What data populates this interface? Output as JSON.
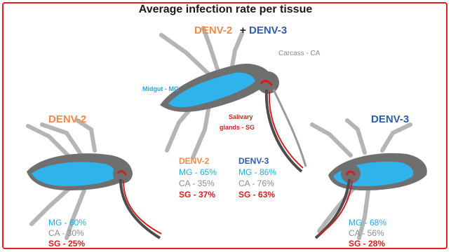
{
  "title": "Average infection rate per tissue",
  "colors": {
    "denv2": "#f08a4b",
    "denv3": "#2e5da8",
    "midgut": "#19aee6",
    "carcass": "#8a8a8a",
    "salivary": "#d02020",
    "border": "#e02020"
  },
  "center": {
    "heading_denv2": "DENV-2",
    "heading_plus": "+",
    "heading_denv3": "DENV-3",
    "label_carcass": "Carcass - CA",
    "label_midgut": "Midgut - MG",
    "label_salivary_line1": "Salivary",
    "label_salivary_line2": "glands - SG",
    "col_denv2": {
      "header": "DENV-2",
      "mg": "MG - 65%",
      "ca": "CA - 35%",
      "sg": "SG - 37%"
    },
    "col_denv3": {
      "header": "DENV-3",
      "mg": "MG - 86%",
      "ca": "CA - 76%",
      "sg": "SG - 63%"
    }
  },
  "left": {
    "heading": "DENV-2",
    "mg": "MG - 60%",
    "ca": "CA - 30%",
    "sg": "SG - 25%"
  },
  "right": {
    "heading": "DENV-3",
    "mg": "MG - 68%",
    "ca": "CA - 56%",
    "sg": "SG - 28%"
  }
}
